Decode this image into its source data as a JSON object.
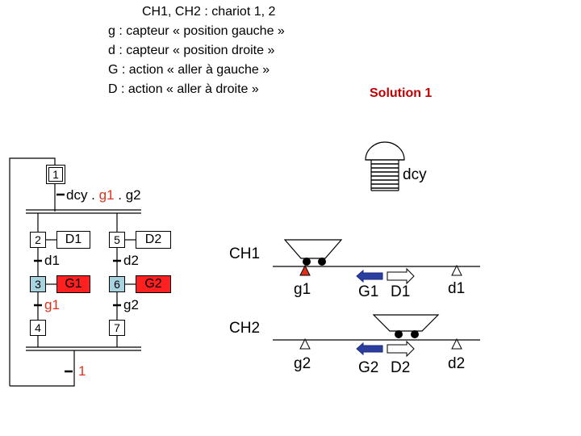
{
  "legend": {
    "line1": "CH1, CH2 : chariot 1, 2",
    "line2": "g : capteur « position gauche »",
    "line3": "d : capteur « position droite »",
    "line4": "G : action « aller à gauche »",
    "line5": "D : action « aller à droite »"
  },
  "solution_label": "Solution 1",
  "grafcet": {
    "initial_step": "1",
    "t1_prefix": "dcy . ",
    "t1_g1": "g1",
    "t1_rest": " . g2",
    "left": [
      {
        "num": "2",
        "action": "D1",
        "transition": "d1"
      },
      {
        "num": "3",
        "action": "G1",
        "transition": "g1"
      },
      {
        "num": "4"
      }
    ],
    "right": [
      {
        "num": "5",
        "action": "D2",
        "transition": "d2"
      },
      {
        "num": "6",
        "action": "G2",
        "transition": "g2"
      },
      {
        "num": "7"
      }
    ],
    "final_transition": "1"
  },
  "scene": {
    "button_label": "dcy",
    "ch1_label": "CH1",
    "ch2_label": "CH2",
    "g1": "g1",
    "G1": "G1",
    "D1": "D1",
    "d1": "d1",
    "g2": "g2",
    "G2": "G2",
    "D2": "D2",
    "d2": "d2"
  },
  "colors": {
    "active_step": "#a8d4e0",
    "active_action": "#ff2020",
    "highlight_text": "#e0301a",
    "arrow_left_fill": "#2a3f9f"
  }
}
